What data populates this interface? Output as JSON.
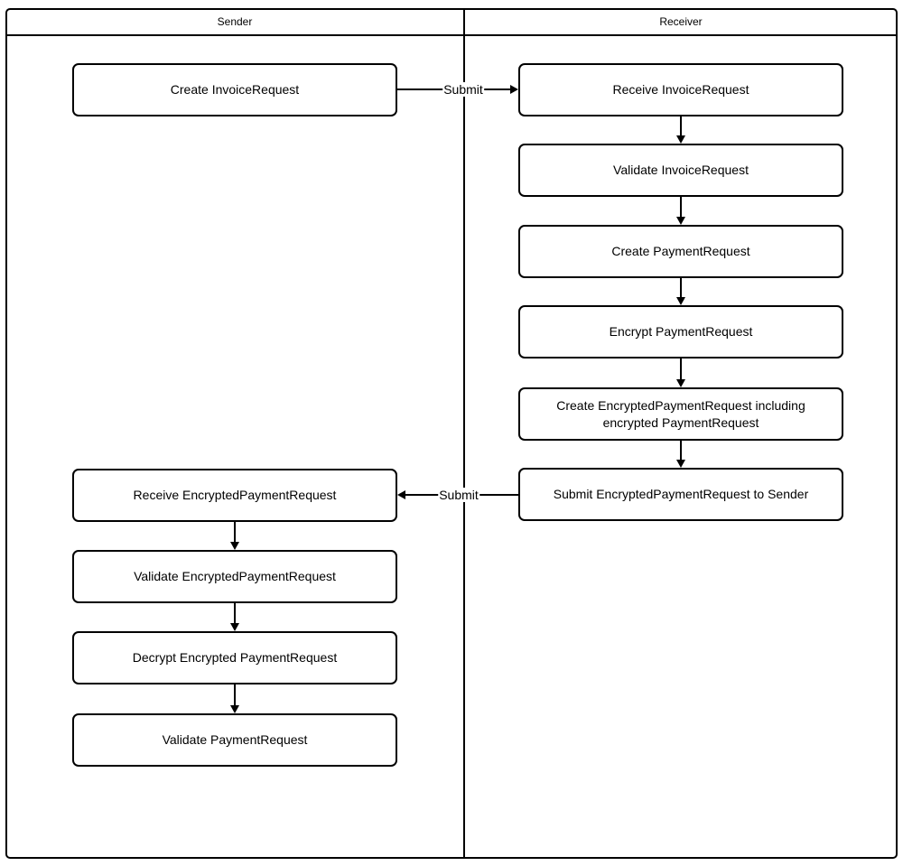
{
  "diagram": {
    "lanes": [
      {
        "title": "Sender"
      },
      {
        "title": "Receiver"
      }
    ],
    "nodes": [
      {
        "label": "Create InvoiceRequest",
        "lane": "Sender"
      },
      {
        "label": "Receive InvoiceRequest",
        "lane": "Receiver"
      },
      {
        "label": "Validate InvoiceRequest",
        "lane": "Receiver"
      },
      {
        "label": "Create PaymentRequest",
        "lane": "Receiver"
      },
      {
        "label": "Encrypt PaymentRequest",
        "lane": "Receiver"
      },
      {
        "label": "Create EncryptedPaymentRequest including encrypted PaymentRequest",
        "lane": "Receiver"
      },
      {
        "label": "Submit EncryptedPaymentRequest to Sender",
        "lane": "Receiver"
      },
      {
        "label": "Receive EncryptedPaymentRequest",
        "lane": "Sender"
      },
      {
        "label": "Validate EncryptedPaymentRequest",
        "lane": "Sender"
      },
      {
        "label": "Decrypt Encrypted PaymentRequest",
        "lane": "Sender"
      },
      {
        "label": "Validate PaymentRequest",
        "lane": "Sender"
      }
    ],
    "edge_labels": {
      "submit_top": "Submit",
      "submit_bottom": "Submit"
    },
    "colors": {
      "line": "#000000",
      "background": "#ffffff",
      "text": "#000000"
    }
  }
}
